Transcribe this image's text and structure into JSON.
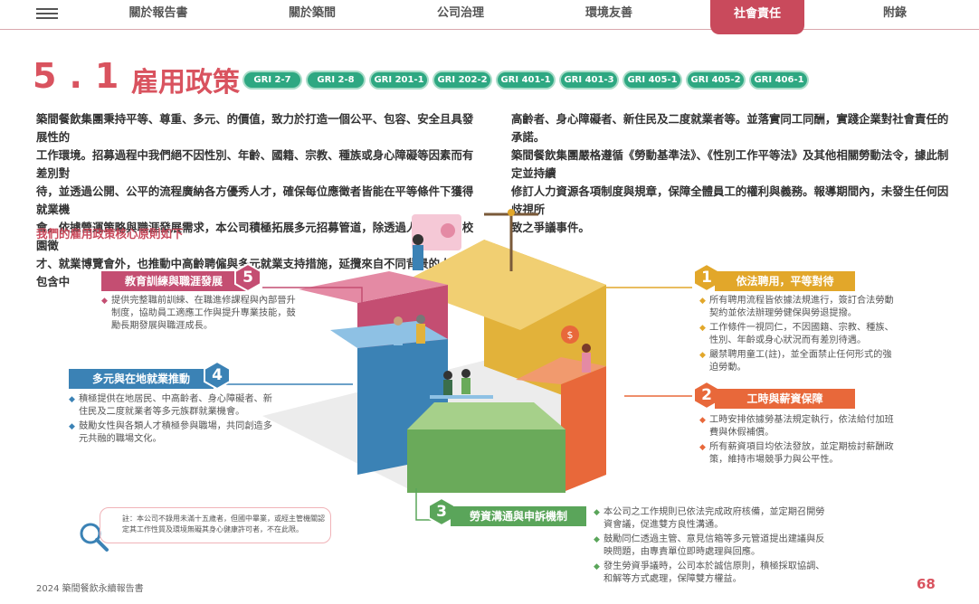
{
  "nav": {
    "tabs": [
      {
        "label": "關於報告書"
      },
      {
        "label": "關於築間"
      },
      {
        "label": "公司治理"
      },
      {
        "label": "環境友善"
      },
      {
        "label": "社會責任"
      },
      {
        "label": "附錄"
      }
    ],
    "active_tab": "社會責任"
  },
  "title": {
    "number": "5.1",
    "text": "雇用政策"
  },
  "gri_tags": [
    "GRI 2-7",
    "GRI 2-8",
    "GRI 201-1",
    "GRI 202-2",
    "GRI 401-1",
    "GRI 401-3",
    "GRI 405-1",
    "GRI 405-2",
    "GRI 406-1"
  ],
  "intro": {
    "left_lines": [
      "築間餐飲集團秉持平等、尊重、多元、的價值，致力於打造一個公平、包容、安全且具發展性的",
      "工作環境。招募過程中我們絕不因性別、年齡、國籍、宗教、種族或身心障礙等因素而有差別對",
      "待，並透過公開、公平的流程廣納各方優秀人才，確保每位應徵者皆能在平等條件下獲得就業機",
      "會。依據營運策略與職涯發展需求，本公司積極拓展多元招募管道，除透過人力銀行、校園徵",
      "才、就業博覽會外，也推動中高齡聘僱與多元就業支持措施，延攬來自不同背景的人才，包含中"
    ],
    "right_lines": [
      "高齡者、身心障礙者、新住民及二度就業者等。並落實同工同酬，實踐企業對社會責任的承諾。",
      "築間餐飲集團嚴格遵循《勞動基準法》、《性別工作平等法》及其他相關勞動法令，據此制定並持續",
      "修訂人力資源各項制度與規章，保障全體員工的權利與義務。報導期間內，未發生任何因歧視所",
      "致之爭議事件。"
    ]
  },
  "subheading": "我們的雇用政策核心原則如下",
  "principles": [
    {
      "num": "1",
      "title": "依法聘用，平等對待",
      "color": "#e2a72a",
      "bullets": [
        "所有聘用流程皆依據法規進行，簽訂合法勞動契約並依法辦理勞健保與勞退提撥。",
        "工作條件一視同仁，不因國籍、宗教、種族、性別、年齡或身心狀況而有差別待遇。",
        "嚴禁聘用童工(註)，並全面禁止任何形式的強迫勞動。"
      ]
    },
    {
      "num": "2",
      "title": "工時與薪資保障",
      "color": "#e8683a",
      "bullets": [
        "工時安排依據勞基法規定執行，依法給付加班費與休假補償。",
        "所有薪資項目均依法發放，並定期檢討薪酬政策，維持市場競爭力與公平性。"
      ]
    },
    {
      "num": "3",
      "title": "勞資溝通與申訴機制",
      "color": "#5aa55a",
      "bullets": [
        "本公司之工作規則已依法完成政府核備，並定期召開勞資會議，促進雙方良性溝通。",
        "鼓勵同仁透過主管、意見信箱等多元管道提出建議與反映問題，由專責單位即時處理與回應。",
        "發生勞資爭議時，公司本於誠信原則，積極採取協調、和解等方式處理，保障雙方權益。"
      ]
    },
    {
      "num": "4",
      "title": "多元與在地就業推動",
      "color": "#3b82b5",
      "bullets": [
        "積極提供在地居民、中高齡者、身心障礙者、新住民及二度就業者等多元族群就業機會。",
        "鼓勵女性與各類人才積極參與職場，共同創造多元共融的職場文化。"
      ]
    },
    {
      "num": "5",
      "title": "教育訓練與職涯發展",
      "color": "#c44e72",
      "bullets": [
        "提供完整職前訓練、在職進修課程與內部晉升制度，協助員工適應工作與提升專業技能，鼓勵長期發展與職涯成長。"
      ]
    }
  ],
  "note_text": "註：本公司不錄用未滿十五歲者，但國中畢業，或經主管機關認定其工作性質及環境無礙其身心健康許可者，不在此限。",
  "footer": {
    "report_name": "2024 築間餐飲永續報告書",
    "page_number": "68"
  }
}
